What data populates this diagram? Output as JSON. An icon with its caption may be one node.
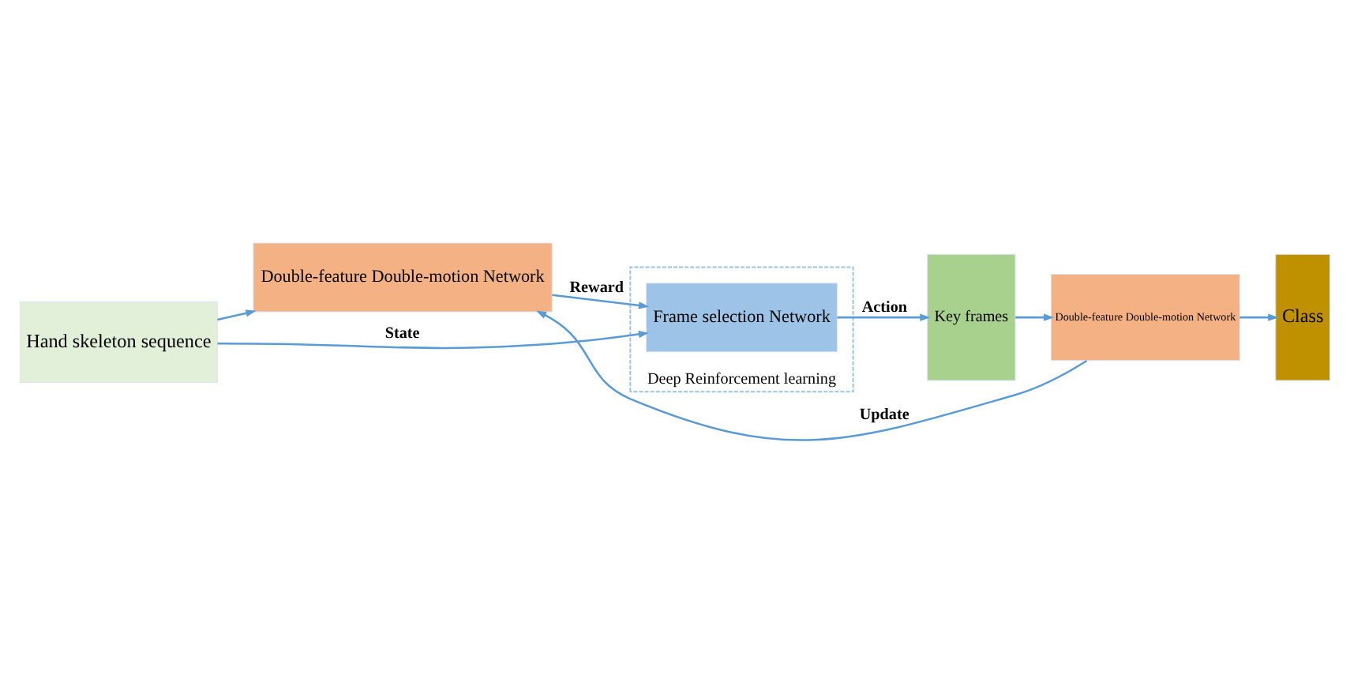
{
  "diagram": {
    "nodes": [
      {
        "text": [
          "Hand skeleton sequence"
        ]
      },
      {
        "text": [
          "Double-feature Double-motion Network"
        ]
      },
      {
        "text": [
          "Deep Reinforcement learning"
        ]
      },
      {
        "text": [
          "Frame selection Network"
        ],
        "in": 2
      },
      {
        "text": [
          "Key frames"
        ]
      },
      {
        "text": [
          "Double-feature Double-motion Network"
        ]
      },
      {
        "text": [
          "Class"
        ]
      }
    ],
    "edges": [
      {
        "from": 0,
        "to": 1,
        "arrow": "to"
      },
      {
        "from": 0,
        "to": 3,
        "arrow": "to",
        "label": "State"
      },
      {
        "from": 1,
        "to": 3,
        "arrow": "to",
        "label": "Reward"
      },
      {
        "from": 3,
        "to": 4,
        "arrow": "to",
        "label": "Action"
      },
      {
        "from": 4,
        "to": 5,
        "arrow": "to"
      },
      {
        "from": 5,
        "to": 6,
        "arrow": "to"
      },
      {
        "from": 5,
        "to": 1,
        "arrow": "to",
        "label": "Update"
      }
    ]
  }
}
